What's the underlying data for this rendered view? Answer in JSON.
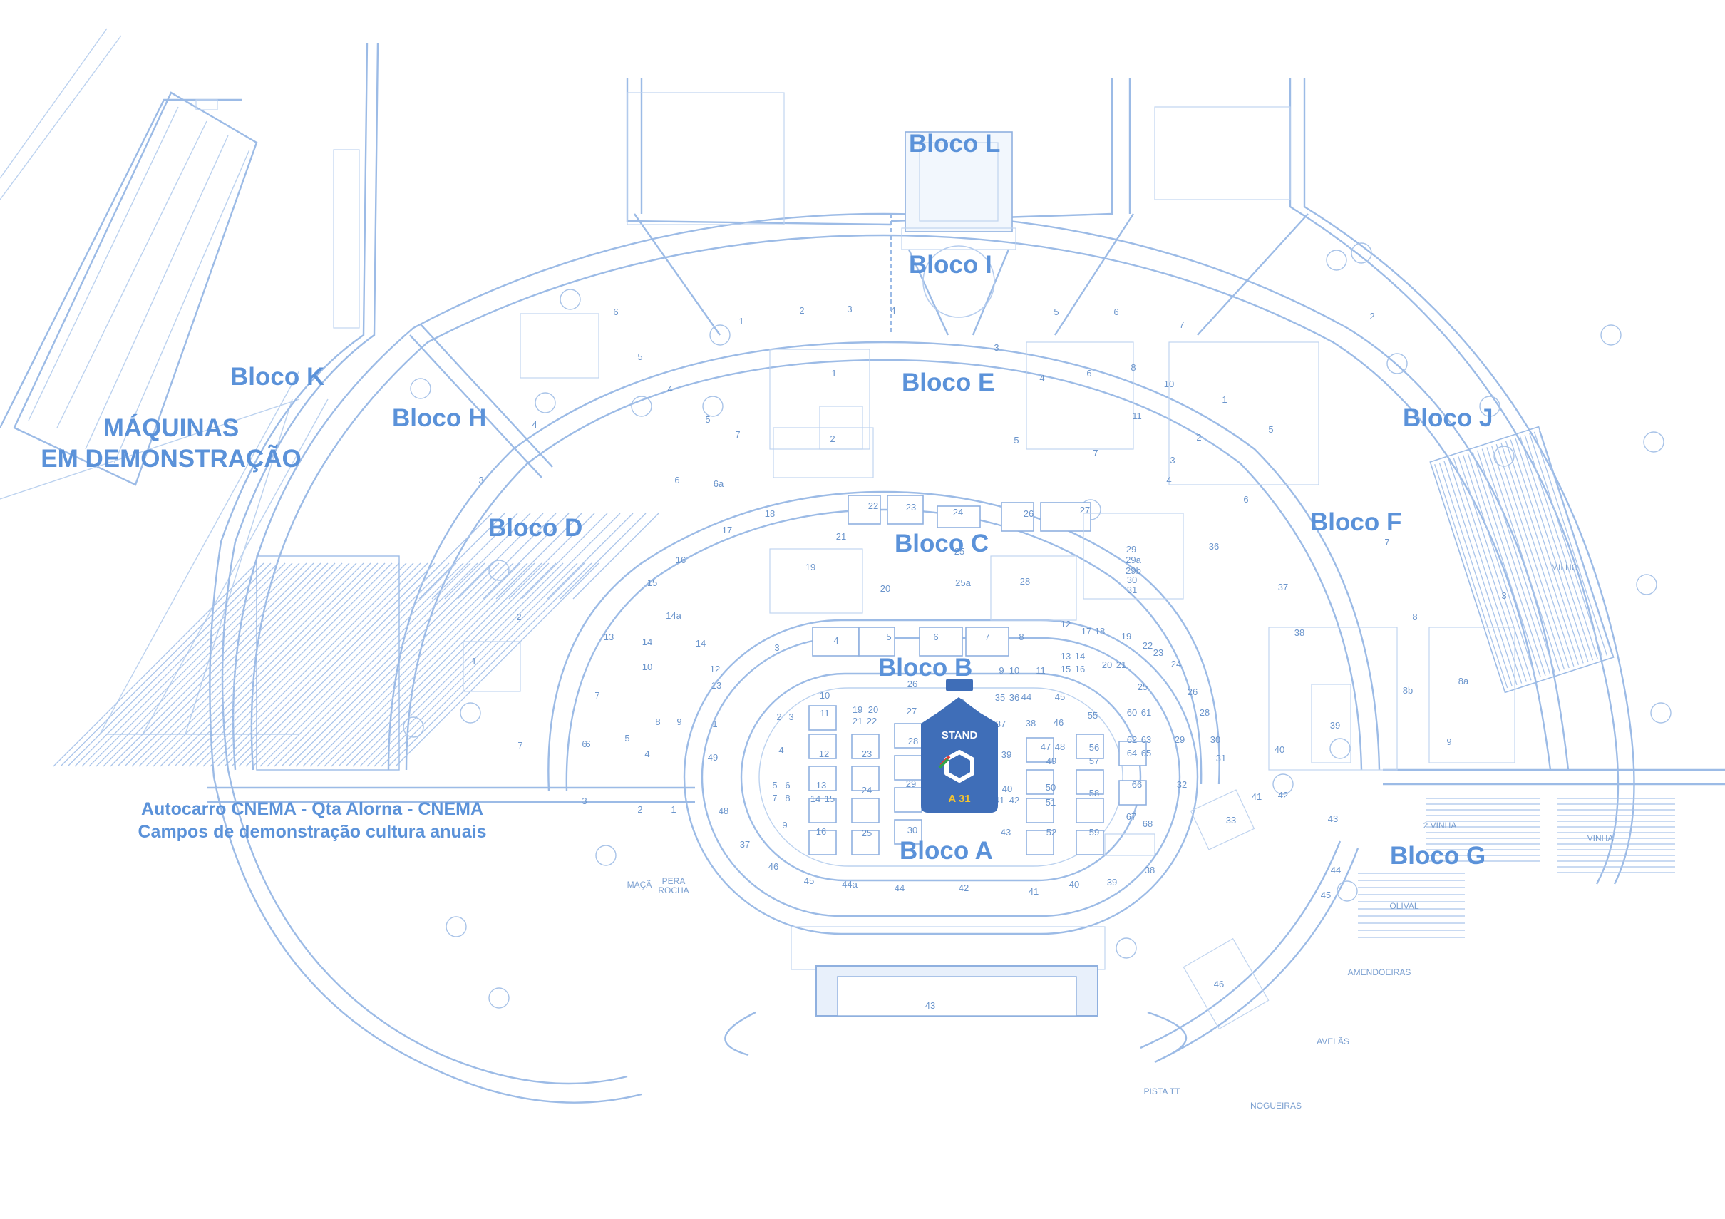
{
  "blocks": {
    "a": "Bloco A",
    "b": "Bloco B",
    "c": "Bloco C",
    "d": "Bloco D",
    "e": "Bloco E",
    "f": "Bloco F",
    "g": "Bloco G",
    "h": "Bloco H",
    "i": "Bloco I",
    "j": "Bloco J",
    "k": "Bloco K",
    "l": "Bloco L"
  },
  "machines": {
    "line1": "MÁQUINAS",
    "line2": "EM DEMONSTRAÇÃO"
  },
  "notes": {
    "bus": "Autocarro CNEMA  - Qta Alorna - CNEMA",
    "fields": "Campos de demonstração cultura anuais"
  },
  "stand": {
    "label": "STAND",
    "code": "A 31"
  },
  "crops": {
    "milho": "MILHO",
    "vinha": "VINHA",
    "vinha2": "2   VINHA",
    "maca": "MAÇÃ",
    "pera": "PERA",
    "rocha": "ROCHA",
    "olival": "OLIVAL",
    "amendoeiras": "AMENDOEIRAS",
    "avelas": "AVELÃS",
    "nogueiras": "NOGUEIRAS",
    "pista": "PISTA TT"
  },
  "stand_numbers": {
    "n1": "1",
    "n2": "2",
    "n3": "3",
    "n4": "4",
    "n5": "5",
    "n6": "6",
    "n7": "7",
    "n8": "8",
    "n9": "9",
    "n10": "10",
    "n11": "11",
    "n12": "12",
    "n13": "13",
    "n14": "14",
    "n15": "15",
    "n16": "16",
    "n17": "17",
    "n18": "18",
    "n19": "19",
    "n20": "20",
    "n21": "21",
    "n22": "22",
    "n23": "23",
    "n24": "24",
    "n25": "25",
    "n25a": "25a",
    "n26": "26",
    "n27": "27",
    "n28": "28",
    "n29": "29",
    "n29a": "29a",
    "n29b": "29b",
    "n30": "30",
    "n31": "31",
    "n32": "32",
    "n33": "33",
    "n35": "35",
    "n36": "36",
    "n37": "37",
    "n38": "38",
    "n39": "39",
    "n40": "40",
    "n41": "41",
    "n42": "42",
    "n43": "43",
    "n44": "44",
    "n44a": "44a",
    "n45": "45",
    "n46": "46",
    "n47": "47",
    "n48": "48",
    "n49": "49",
    "n50": "50",
    "n51": "51",
    "n52": "52",
    "n55": "55",
    "n56": "56",
    "n57": "57",
    "n58": "58",
    "n59": "59",
    "n60": "60",
    "n61": "61",
    "n62": "62",
    "n63": "63",
    "n64": "64",
    "n65": "65",
    "n66": "66",
    "n67": "67",
    "n68": "68",
    "n8a": "8a",
    "n8b": "8b",
    "n6a": "6a",
    "n14a": "14a",
    "n7b": "7"
  },
  "colors": {
    "line": "#9cbbe6",
    "label": "#5b92d9",
    "stand": "#3f6eb8"
  }
}
